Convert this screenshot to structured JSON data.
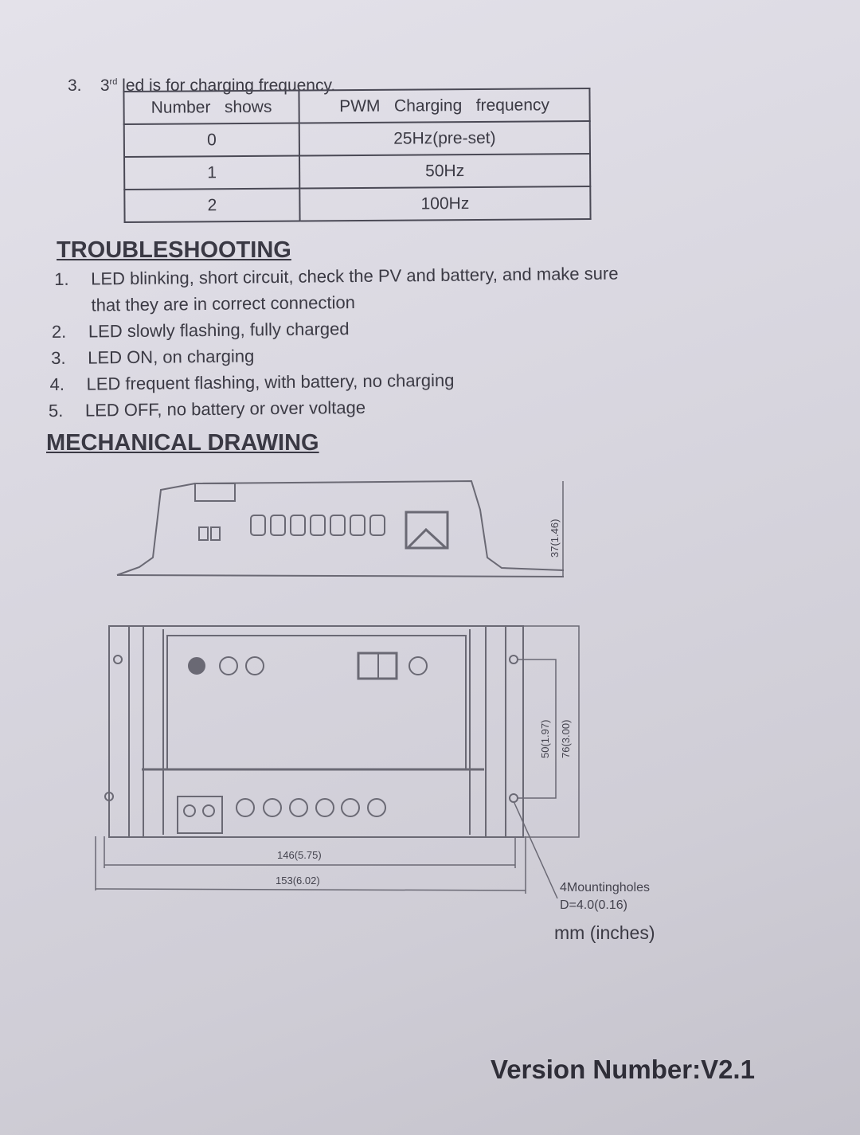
{
  "step": {
    "number": "3.",
    "ordinal": "3",
    "ordinal_suffix": "rd",
    "text": " led is for charging frequency."
  },
  "freq_table": {
    "headers": [
      "Number   shows",
      "PWM   Charging   frequency"
    ],
    "rows": [
      [
        "0",
        "25Hz(pre-set)"
      ],
      [
        "1",
        "50Hz"
      ],
      [
        "2",
        "100Hz"
      ]
    ]
  },
  "troubleshooting": {
    "title": "TROUBLESHOOTING",
    "items": [
      {
        "n": "1.",
        "text": "LED blinking, short circuit, check the PV and battery, and make sure",
        "cont": "that they are in correct connection"
      },
      {
        "n": "2.",
        "text": "LED slowly flashing, fully charged"
      },
      {
        "n": "3.",
        "text": "LED ON, on charging"
      },
      {
        "n": "4.",
        "text": "LED frequent flashing, with battery, no charging"
      },
      {
        "n": "5.",
        "text": "LED OFF, no battery or over voltage"
      }
    ]
  },
  "mechanical": {
    "title": "MECHANICAL DRAWING",
    "height_dim": "37(1.46)",
    "hole_spacing_dim": "50(1.97)",
    "depth_dim": "76(3.00)",
    "inner_width_dim": "146(5.75)",
    "outer_width_dim": "153(6.02)",
    "holes_note": "4Mountingholes",
    "holes_diameter": "D=4.0(0.16)",
    "units": "mm (inches)"
  },
  "version": "Version Number:V2.1"
}
